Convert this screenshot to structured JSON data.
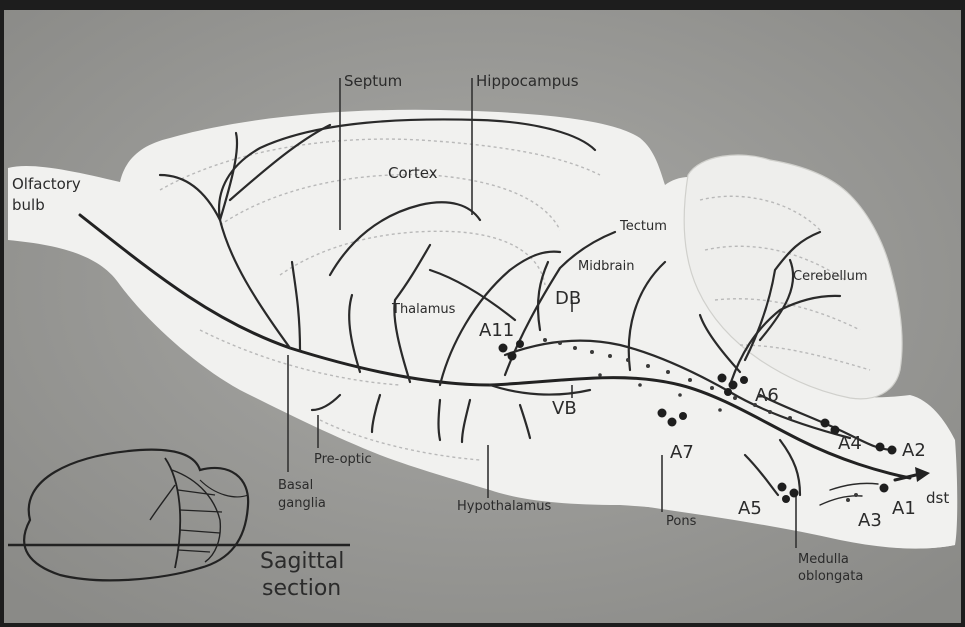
{
  "labels": {
    "olfactory_bulb_1": "Olfactory",
    "olfactory_bulb_2": "bulb",
    "septum": "Septum",
    "hippocampus": "Hippocampus",
    "cortex": "Cortex",
    "tectum": "Tectum",
    "midbrain": "Midbrain",
    "cerebellum": "Cerebellum",
    "thalamus": "Thalamus",
    "db": "DB",
    "a11": "A11",
    "a6": "A6",
    "vb": "VB",
    "a4": "A4",
    "a2": "A2",
    "a7": "A7",
    "pre_optic": "Pre-optic",
    "basal_ganglia_1": "Basal",
    "basal_ganglia_2": "ganglia",
    "hypothalamus": "Hypothalamus",
    "pons": "Pons",
    "a5": "A5",
    "a3": "A3",
    "a1": "A1",
    "dst": "dst",
    "medulla_1": "Medulla",
    "medulla_2": "oblongata",
    "sagittal_1": "Sagittal",
    "sagittal_2": "section"
  }
}
